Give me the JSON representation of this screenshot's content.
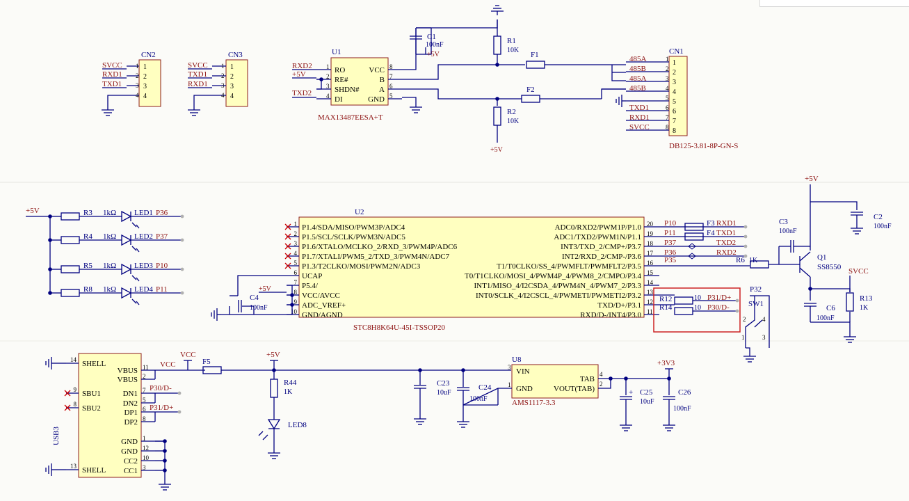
{
  "colors": {
    "background": "#fbfbf8",
    "wire": "#000080",
    "body_fill": "#ffffc0",
    "body_stroke": "#8c1d1d",
    "ref_text": "#000080",
    "value_text": "#000080",
    "net_text": "#8c1010",
    "pin_text": "#000000",
    "no_connect": "#cc0000",
    "highlight": "#cc2222",
    "port_end": "#b0b0b0"
  },
  "labels": {
    "cn2": {
      "ref": "CN2",
      "pins": [
        "1",
        "2",
        "3",
        "4"
      ],
      "nums": [
        "1",
        "2",
        "3",
        "4"
      ],
      "nets": [
        "SVCC",
        "RXD1",
        "TXD1"
      ]
    },
    "cn3": {
      "ref": "CN3",
      "pins": [
        "1",
        "2",
        "3",
        "4"
      ],
      "nums": [
        "1",
        "2",
        "3",
        "4"
      ],
      "nets": [
        "SVCC",
        "TXD1",
        "RXD1"
      ]
    },
    "u1": {
      "ref": "U1",
      "part": "MAX13487EESA+T",
      "left": [
        "RO",
        "RE#",
        "SHDN#",
        "DI"
      ],
      "right": [
        "VCC",
        "B",
        "A",
        "GND"
      ],
      "lnums": [
        "1",
        "2",
        "3",
        "4"
      ],
      "rnums": [
        "8",
        "7",
        "6",
        "5"
      ],
      "nets": [
        "RXD2",
        "+5V",
        "TXD2"
      ]
    },
    "c1": {
      "ref": "C1",
      "value": "100nF",
      "net": "+5V"
    },
    "r1": {
      "ref": "R1",
      "value": "10K"
    },
    "r2": {
      "ref": "R2",
      "value": "10K",
      "net": "+5V"
    },
    "f1": {
      "ref": "F1"
    },
    "f2": {
      "ref": "F2"
    },
    "cn1": {
      "ref": "CN1",
      "part": "DB125-3.81-8P-GN-S",
      "nets": [
        "485A",
        "485B",
        "485A",
        "485B",
        "",
        "TXD1",
        "RXD1",
        "SVCC"
      ],
      "pins": [
        "1",
        "2",
        "3",
        "4",
        "5",
        "6",
        "7",
        "8"
      ],
      "nums": [
        "1",
        "2",
        "3",
        "4",
        "5",
        "6",
        "7",
        "8"
      ]
    },
    "leds": {
      "vcc": "+5V",
      "rows": [
        {
          "r": "R3",
          "v": "1kΩ",
          "led": "LED1",
          "net": "P36"
        },
        {
          "r": "R4",
          "v": "1kΩ",
          "led": "LED2",
          "net": "P37"
        },
        {
          "r": "R5",
          "v": "1kΩ",
          "led": "LED3",
          "net": "P10"
        },
        {
          "r": "R8",
          "v": "1kΩ",
          "led": "LED4",
          "net": "P11"
        }
      ]
    },
    "u2": {
      "ref": "U2",
      "part": "STC8H8K64U-45I-TSSOP20",
      "left": [
        "P1.4/SDA/MISO/PWM3P/ADC4",
        "P1.5/SCL/SCLK/PWM3N/ADC5",
        "P1.6/XTALO/MCLKO_2/RXD_3/PWM4P/ADC6",
        "P1.7/XTALI/PWM5_2/TXD_3/PWM4N/ADC7",
        "P1.3/T2CLKO/MOSI/PWM2N/ADC3",
        "UCAP",
        "P5.4/",
        "VCC/AVCC",
        "ADC_VREF+",
        "GND/AGND"
      ],
      "lnums": [
        "1",
        "2",
        "3",
        "4",
        "5",
        "6",
        "7",
        "8",
        "9",
        "10"
      ],
      "right": [
        "ADC0/RXD2/PWM1P/P1.0",
        "ADC1/TXD2/PWM1N/P1.1",
        "INT3/TXD_2/CMP+/P3.7",
        "INT2/RXD_2/CMP-/P3.6",
        "T1/T0CLKO/SS_4/PWMFLT/PWMFLT2/P3.5",
        "T0/T1CLKO/MOSI_4/PWM4P_4/PWM8_2/CMPO/P3.4",
        "INT1/MISO_4/I2CSDA_4/PWM4N_4/PWM7_2/P3.3",
        "INT0/SCLK_4/I2CSCL_4/PWMETI/PWMETI2/P3.2",
        "TXD/D+/P3.1",
        "RXD/D-/INT4/P3.0"
      ],
      "rnums": [
        "20",
        "19",
        "18",
        "17",
        "16",
        "15",
        "14",
        "13",
        "12",
        "11"
      ]
    },
    "u2_nets": {
      "p10": "P10",
      "p11": "P11",
      "p37": "P37",
      "p36": "P36",
      "p35": "P35",
      "f3": "F3",
      "f4": "F4",
      "rxd1": "RXD1",
      "txd1": "TXD1",
      "txd2": "TXD2",
      "rxd2": "RXD2",
      "r6": "R6",
      "r6v": "1K",
      "c4": "C4",
      "c4v": "100nF",
      "vcc": "+5V"
    },
    "usbsel": {
      "r12": "R12",
      "r14": "R14",
      "v": "10",
      "p31": "P31/D+",
      "p30": "P30/D-",
      "p32": "P32",
      "sw": "SW1",
      "swpins": [
        "2",
        "1",
        "4",
        "3"
      ]
    },
    "q1": {
      "ref": "Q1",
      "part": "SS8550",
      "vcc": "+5V",
      "c3": "C3",
      "c3v": "100nF",
      "c2": "C2",
      "c2v": "100nF",
      "c6": "C6",
      "c6v": "100nF",
      "r13": "R13",
      "r13v": "1K",
      "svcc": "SVCC"
    },
    "usb3": {
      "ref": "USB3",
      "left": [
        "SHELL",
        "SBU1",
        "SBU2",
        "SHELL"
      ],
      "lnums": [
        "14",
        "9",
        "8",
        "13"
      ],
      "right": [
        "VBUS",
        "VBUS",
        "DN1",
        "DN2",
        "DP1",
        "DP2",
        "GND",
        "GND",
        "CC2",
        "CC1"
      ],
      "rnums": [
        "11",
        "2",
        "7",
        "5",
        "6",
        "8",
        "1",
        "12",
        "10",
        "3"
      ],
      "nets": [
        "VCC",
        "P30/D-",
        "P31/D+"
      ]
    },
    "power": {
      "vcc": "VCC",
      "f5": "F5",
      "p5v": "+5V",
      "r44": "R44",
      "r44v": "1K",
      "led8": "LED8",
      "c23": "C23",
      "c23v": "10uF",
      "c24": "C24",
      "c24v": "100nF",
      "u8": "U8",
      "u8part": "AMS1117-3.3",
      "vin": "VIN",
      "gnd": "GND",
      "tab": "TAB",
      "vout": "VOUT(TAB)",
      "u8n": [
        "3",
        "1",
        "4",
        "2"
      ],
      "v33": "+3V3",
      "c25": "C25",
      "c25v": "10uF",
      "c26": "C26",
      "c26v": "100nF",
      "plus": "+"
    }
  }
}
